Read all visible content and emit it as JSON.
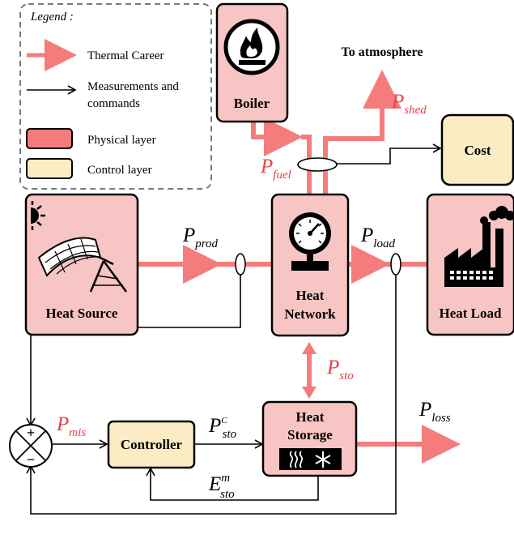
{
  "legend": {
    "title": "Legend :",
    "items": [
      {
        "label_lines": [
          "Thermal Career"
        ],
        "kind": "thermal-arrow"
      },
      {
        "label_lines": [
          "Measurements and",
          "commands"
        ],
        "kind": "signal-arrow"
      },
      {
        "label_lines": [
          "Physical layer"
        ],
        "kind": "physical-box"
      },
      {
        "label_lines": [
          "Control layer"
        ],
        "kind": "control-box"
      }
    ]
  },
  "blocks": {
    "boiler": "Boiler",
    "cost": "Cost",
    "heat_source": "Heat Source",
    "heat_network": [
      "Heat",
      "Network"
    ],
    "heat_load": "Heat Load",
    "heat_storage": [
      "Heat",
      "Storage"
    ],
    "controller": "Controller"
  },
  "labels": {
    "to_atmosphere": "To atmosphere",
    "p_shed": {
      "main": "P",
      "sub": "shed"
    },
    "p_fuel": {
      "main": "P",
      "sub": "fuel"
    },
    "p_prod": {
      "main": "P",
      "sub": "prod"
    },
    "p_load": {
      "main": "P",
      "sub": "load"
    },
    "p_sto": {
      "main": "P",
      "sub": "sto"
    },
    "p_mis": {
      "main": "P",
      "sub": "mis"
    },
    "p_loss": {
      "main": "P",
      "sub": "loss"
    },
    "p_c_sto": {
      "main": "P",
      "sup": "C",
      "sub": "sto"
    },
    "e_m_sto": {
      "main": "E",
      "sup": "m",
      "sub": "sto"
    },
    "sum_plus": "+",
    "sum_minus": "−"
  },
  "colors": {
    "thermal": "#f47c7c",
    "physical_fill": "#f7c5c3",
    "control_fill": "#fbecc3",
    "label_red": "#e8414a",
    "legend_border": "#7a7a7a"
  }
}
